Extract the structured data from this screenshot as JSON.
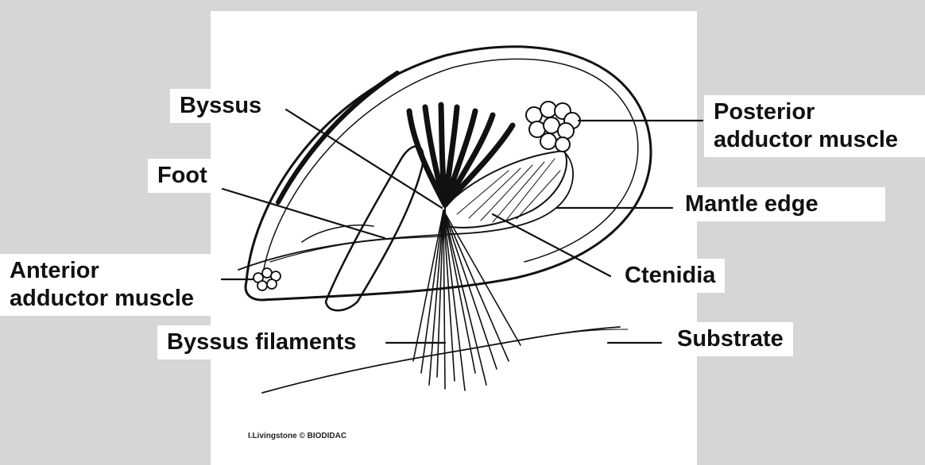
{
  "labels": {
    "byssus": "Byssus",
    "foot": "Foot",
    "anterior_adductor_muscle": "Anterior\nadductor muscle",
    "byssus_filaments": "Byssus filaments",
    "posterior_adductor_muscle": "Posterior\nadductor muscle",
    "mantle_edge": "Mantle edge",
    "ctenidia": "Ctenidia",
    "substrate": "Substrate"
  },
  "credit": "I.Livingstone © BIODIDAC",
  "colors": {
    "background": "#d6d6d6",
    "panel": "#ffffff",
    "ink": "#111111"
  }
}
